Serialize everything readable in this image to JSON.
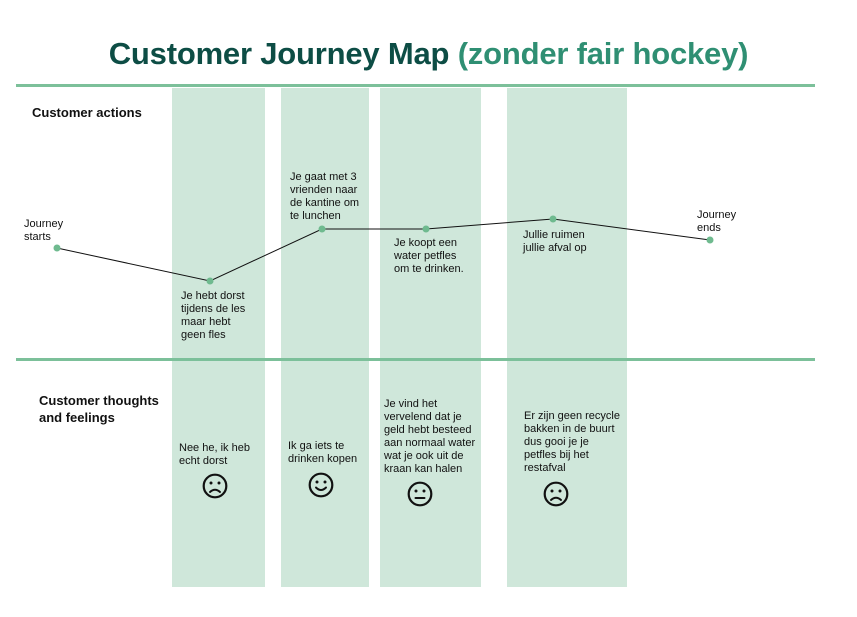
{
  "title": {
    "main": "Customer Journey Map",
    "sub": "(zonder fair hockey)"
  },
  "rows": {
    "actions": "Customer actions",
    "feelings": "Customer thoughts and feelings"
  },
  "journey": {
    "start": "Journey starts",
    "end": "Journey ends"
  },
  "actions": [
    {
      "text": "Je hebt dorst tijdens de les maar hebt geen fles"
    },
    {
      "text": "Je gaat met 3 vrienden naar de kantine om te lunchen"
    },
    {
      "text": "Je koopt een water petfles om te drinken."
    },
    {
      "text": "Jullie ruimen jullie afval op"
    }
  ],
  "feelings": [
    {
      "text": "Nee he, ik heb echt dorst",
      "face": "sad-face-icon"
    },
    {
      "text": "Ik ga iets te drinken kopen",
      "face": "happy-face-icon"
    },
    {
      "text": "Je vind het vervelend dat je geld hebt besteed aan normaal water wat je ook uit de kraan kan halen",
      "face": "neutral-face-icon"
    },
    {
      "text": "Er zijn geen recycle bakken in de buurt dus gooi je je petfles bij het restafval",
      "face": "sad-face-icon"
    }
  ],
  "colors": {
    "title": "#0d4d45",
    "subtitle": "#2f8f73",
    "column": "#cfe7da",
    "divider": "#7cc09a",
    "point": "#6fba8f"
  }
}
